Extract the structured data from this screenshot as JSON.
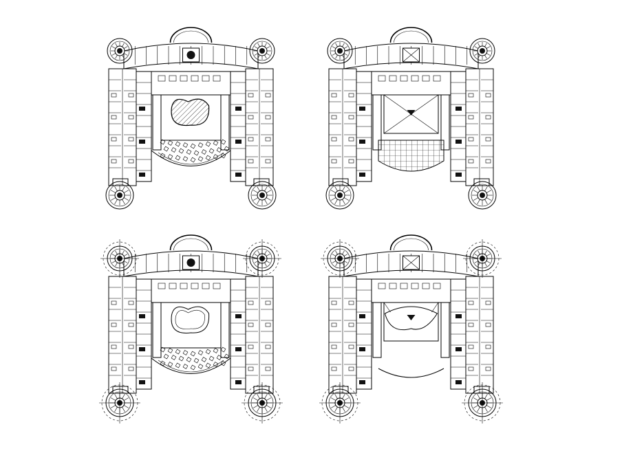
{
  "drawing": {
    "background": "#ffffff",
    "line_color": "#000000",
    "plans": [
      {
        "id": "plan-top-left",
        "variant": "A",
        "core": "pool-hatched",
        "lobby": "pavilion-grid",
        "rotunda_marks": false
      },
      {
        "id": "plan-top-right",
        "variant": "B",
        "core": "atrium-x",
        "lobby": "tiled-court",
        "rotunda_marks": false
      },
      {
        "id": "plan-bottom-left",
        "variant": "A",
        "core": "pool-outline",
        "lobby": "pavilion-grid",
        "rotunda_marks": true
      },
      {
        "id": "plan-bottom-right",
        "variant": "B",
        "core": "atrium-pool",
        "lobby": "open-court",
        "rotunda_marks": true
      }
    ]
  }
}
